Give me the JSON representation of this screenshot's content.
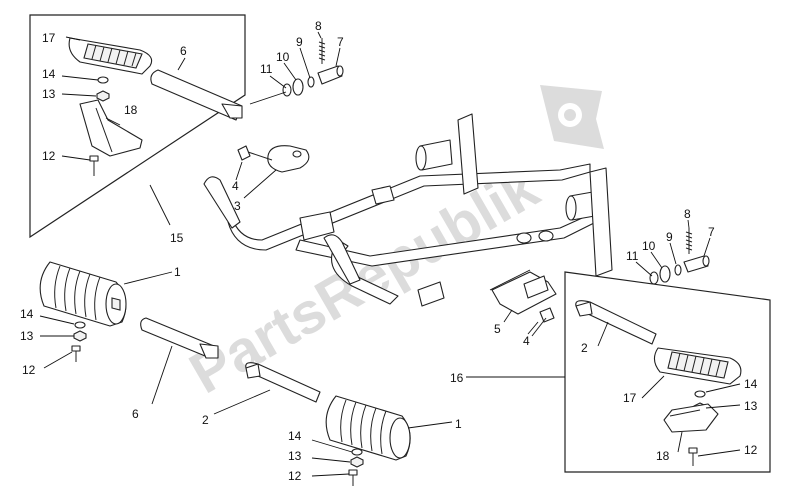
{
  "watermark": {
    "text": "PartsRepublik",
    "color": "#dcdcdc",
    "logo": "gear-flag-logo"
  },
  "callouts": {
    "tl_17": "17",
    "tl_6": "6",
    "tl_14": "14",
    "tl_13": "13",
    "tl_18": "18",
    "tl_12": "12",
    "tl_15": "15",
    "tc_8": "8",
    "tc_9": "9",
    "tc_7": "7",
    "tc_10": "10",
    "tc_11": "11",
    "fr_4a": "4",
    "fr_3": "3",
    "rc_8": "8",
    "rc_9": "9",
    "rc_7": "7",
    "rc_10": "10",
    "rc_11": "11",
    "br_2": "2",
    "br_14": "14",
    "br_13": "13",
    "br_17": "17",
    "br_18": "18",
    "br_12": "12",
    "br_16": "16",
    "mc_5": "5",
    "mc_4": "4",
    "bl_1": "1",
    "bl_14": "14",
    "bl_13": "13",
    "bl_12": "12",
    "bl_6": "6",
    "bm_2": "2",
    "bm_1": "1",
    "bm_14": "14",
    "bm_13": "13",
    "bm_12": "12"
  }
}
